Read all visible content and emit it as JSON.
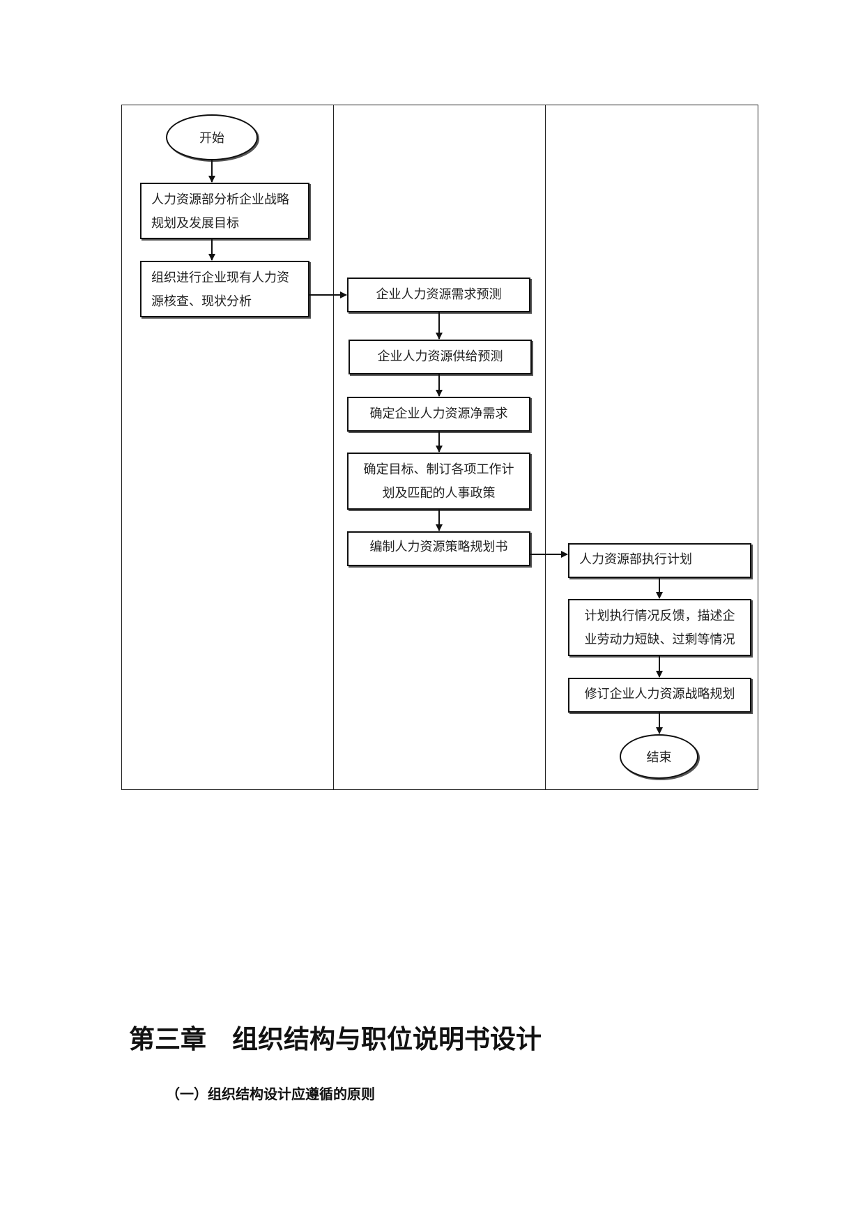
{
  "flowchart": {
    "start": "开始",
    "end": "结束",
    "lane1": {
      "step1": [
        "人力资源部分析企业战略",
        "规划及发展目标"
      ],
      "step2": [
        "组织进行企业现有人力资",
        "源核查、现状分析"
      ]
    },
    "lane2": {
      "step1": "企业人力资源需求预测",
      "step2": "企业人力资源供给预测",
      "step3": "确定企业人力资源净需求",
      "step4": [
        "确定目标、制订各项工作计",
        "划及匹配的人事政策"
      ],
      "step5": "编制人力资源策略规划书"
    },
    "lane3": {
      "step1": "人力资源部执行计划",
      "step2": [
        "计划执行情况反馈，描述企",
        "业劳动力短缺、过剩等情况"
      ],
      "step3": "修订企业人力资源战略规划"
    }
  },
  "chapter_title": "第三章　组织结构与职位说明书设计",
  "section_title": "（一）组织结构设计应遵循的原则"
}
